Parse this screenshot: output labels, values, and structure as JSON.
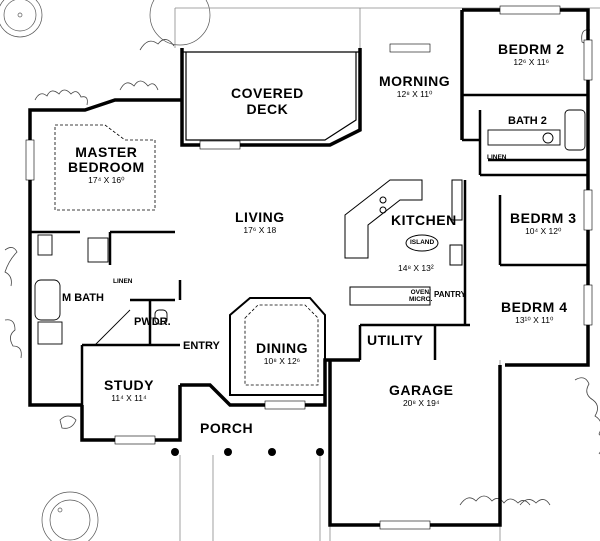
{
  "rooms": {
    "bedrm2": {
      "name": "BEDRM 2",
      "dim": "12⁶ X 11⁶"
    },
    "bath2": {
      "name": "BATH 2"
    },
    "linen_top": {
      "name": "LINEN"
    },
    "bedrm3": {
      "name": "BEDRM 3",
      "dim": "10⁴ X 12⁰"
    },
    "bedrm4": {
      "name": "BEDRM 4",
      "dim": "13¹⁰ X 11⁰"
    },
    "morning": {
      "name": "MORNING",
      "dim": "12⁸ X 11⁰"
    },
    "deck": {
      "line1": "COVERED",
      "line2": "DECK"
    },
    "master": {
      "line1": "MASTER",
      "line2": "BEDROOM",
      "dim": "17⁴ X 16⁰"
    },
    "living": {
      "name": "LIVING",
      "dim": "17⁶ X 18"
    },
    "kitchen": {
      "name": "KITCHEN",
      "dim": "14⁸ X 13²"
    },
    "island": {
      "name": "ISLAND"
    },
    "oven": {
      "line1": "OVEN/",
      "line2": "MICRO."
    },
    "pantry": {
      "name": "PANTRY"
    },
    "linen_mb": {
      "name": "LINEN"
    },
    "mbath": {
      "name": "M BATH"
    },
    "pwdr": {
      "name": "PWDR."
    },
    "entry": {
      "name": "ENTRY"
    },
    "dining": {
      "name": "DINING",
      "dim": "10⁸ X 12⁶"
    },
    "utility": {
      "name": "UTILITY"
    },
    "study": {
      "name": "STUDY",
      "dim": "11⁴ X 11⁴"
    },
    "garage": {
      "name": "GARAGE",
      "dim": "20⁸ X 19⁴"
    },
    "porch": {
      "name": "PORCH"
    }
  }
}
